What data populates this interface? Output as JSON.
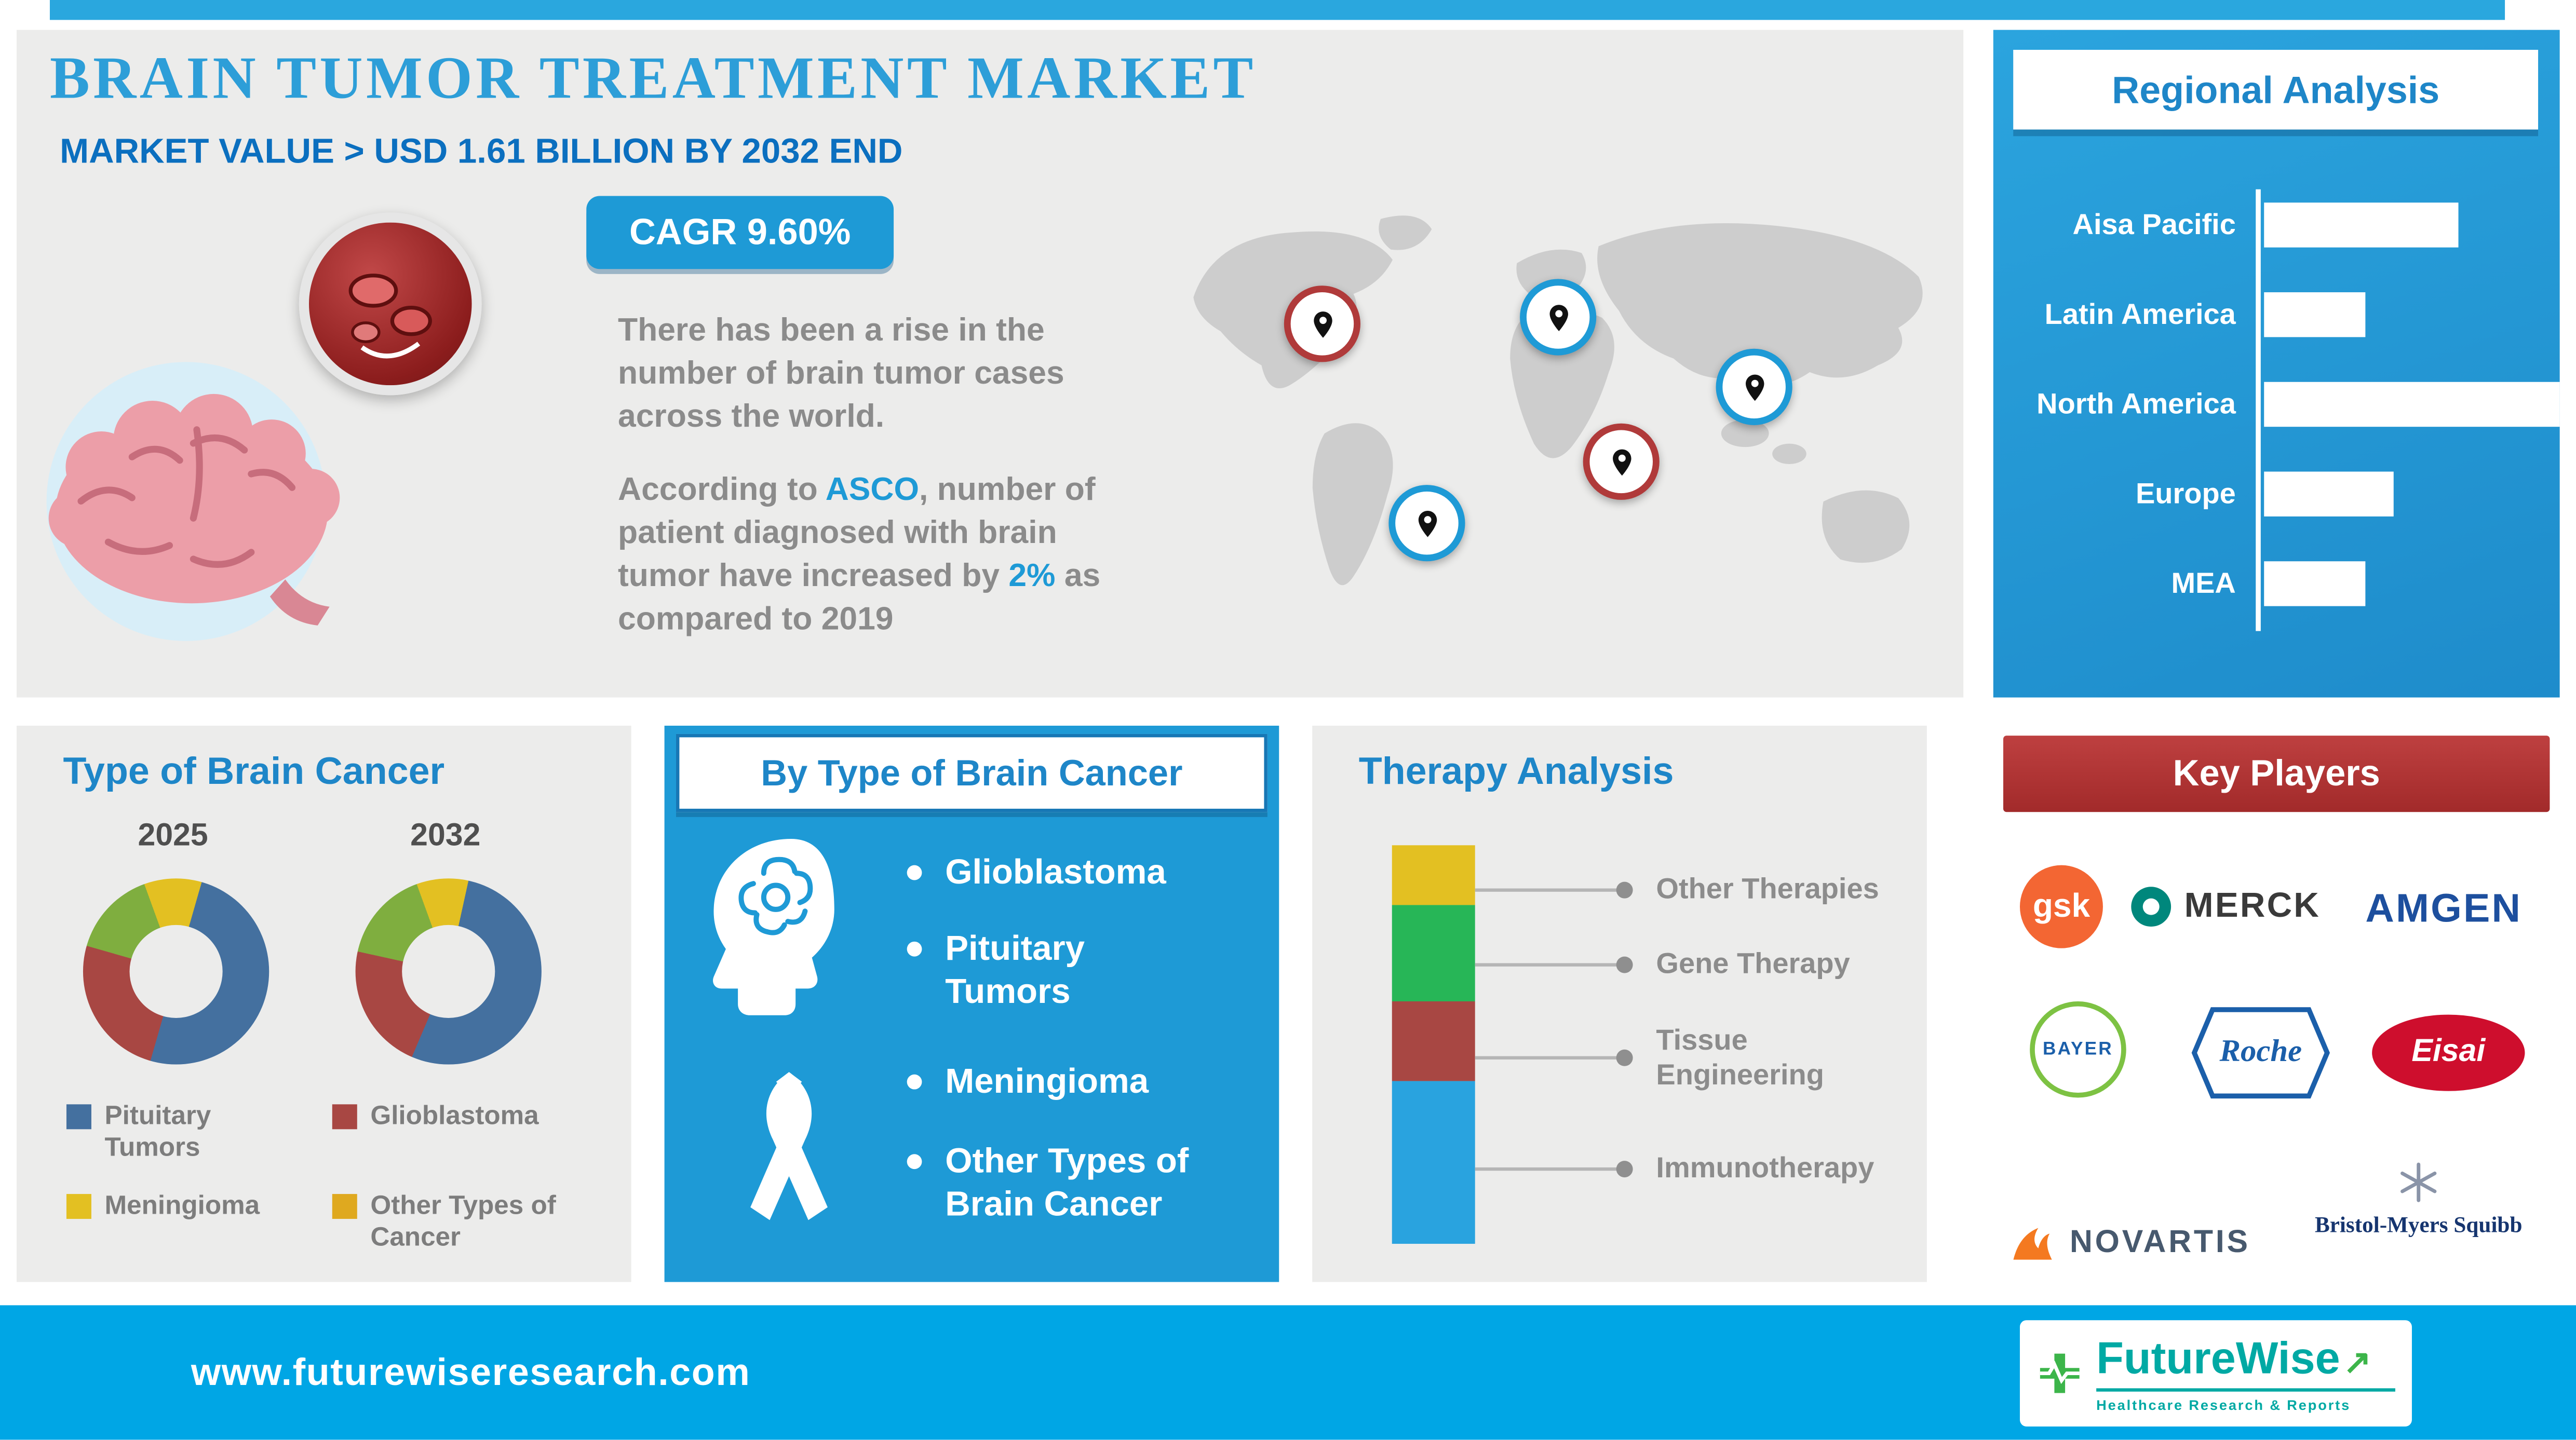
{
  "header": {
    "title": "BRAIN TUMOR TREATMENT MARKET",
    "subtitle": "MARKET VALUE > USD 1.61 BILLION BY 2032 END",
    "cagr_badge": "CAGR 9.60%",
    "paragraph1": "There has been a rise in the number of brain tumor cases across the world.",
    "paragraph2": {
      "part1": "According to ",
      "org": "ASCO",
      "part2": ", number of patient diagnosed with brain tumor have increased by ",
      "stat": "2%",
      "part3": " as compared to 2019"
    }
  },
  "regional": {
    "title": "Regional Analysis"
  },
  "type_panel": {
    "title": "Type of Brain Cancer",
    "year_left": "2025",
    "year_right": "2032",
    "legend": [
      {
        "label": "Pituitary Tumors",
        "color": "#44709F"
      },
      {
        "label": "Glioblastoma",
        "color": "#A84743"
      },
      {
        "label": "Meningioma",
        "color": "#E3C022"
      },
      {
        "label": "Other Types of Cancer",
        "color": "#DFA91F"
      }
    ]
  },
  "by_type_panel": {
    "title": "By Type of Brain Cancer",
    "items": [
      "Glioblastoma",
      "Pituitary Tumors",
      "Meningioma",
      "Other Types of Brain Cancer"
    ]
  },
  "therapy_panel": {
    "title": "Therapy Analysis",
    "labels": [
      "Other Therapies",
      "Gene Therapy",
      "Tissue Engineering",
      "Immunotherapy"
    ]
  },
  "key_players": {
    "title": "Key Players",
    "gsk": "gsk",
    "merck": "MERCK",
    "amgen": "AMGEN",
    "bayer": "BAYER",
    "roche": "Roche",
    "eisai": "Eisai",
    "novartis": "NOVARTIS",
    "bms": "Bristol-Myers Squibb"
  },
  "footer": {
    "url": "www.futurewiseresearch.com",
    "brand": "FutureWise",
    "brand_tagline": "Healthcare Research & Reports"
  },
  "chart_data": [
    {
      "type": "bar",
      "orientation": "horizontal",
      "title": "Regional Analysis",
      "categories": [
        "Aisa Pacific",
        "Latin America",
        "North America",
        "Europe",
        "MEA"
      ],
      "values": [
        66,
        34,
        100,
        44,
        34
      ],
      "value_note": "relative bar lengths, % of longest bar (no numeric axis shown - estimated)",
      "bar_color": "#FFFFFF",
      "background_color": "#1E96D6",
      "grid": false,
      "legend_position": "none"
    },
    {
      "type": "pie",
      "subtype": "donut",
      "title": "Type of Brain Cancer - 2025",
      "slices": [
        {
          "label": "Meningioma",
          "value": 10,
          "color": "#E3C022"
        },
        {
          "label": "Pituitary Tumors",
          "value": 50,
          "color": "#44709F"
        },
        {
          "label": "Glioblastoma",
          "value": 25,
          "color": "#A84743"
        },
        {
          "label": "Other Types of Cancer",
          "value": 15,
          "color": "#7FAE3F"
        }
      ],
      "start_angle_deg": -20,
      "values_estimated": true
    },
    {
      "type": "pie",
      "subtype": "donut",
      "title": "Type of Brain Cancer - 2032",
      "slices": [
        {
          "label": "Meningioma",
          "value": 9,
          "color": "#E3C022"
        },
        {
          "label": "Pituitary Tumors",
          "value": 53,
          "color": "#44709F"
        },
        {
          "label": "Glioblastoma",
          "value": 22,
          "color": "#A84743"
        },
        {
          "label": "Other Types of Cancer",
          "value": 16,
          "color": "#7FAE3F"
        }
      ],
      "start_angle_deg": -20,
      "values_estimated": true
    },
    {
      "type": "bar",
      "subtype": "stacked-vertical-single",
      "title": "Therapy Analysis",
      "segments_top_to_bottom": [
        {
          "label": "Other Therapies",
          "value": 15,
          "color": "#E3C022"
        },
        {
          "label": "Gene Therapy",
          "value": 24,
          "color": "#27B657"
        },
        {
          "label": "Tissue Engineering",
          "value": 20,
          "color": "#A84743"
        },
        {
          "label": "Immunotherapy",
          "value": 41,
          "color": "#29A3DF"
        }
      ],
      "values_estimated": true
    }
  ]
}
